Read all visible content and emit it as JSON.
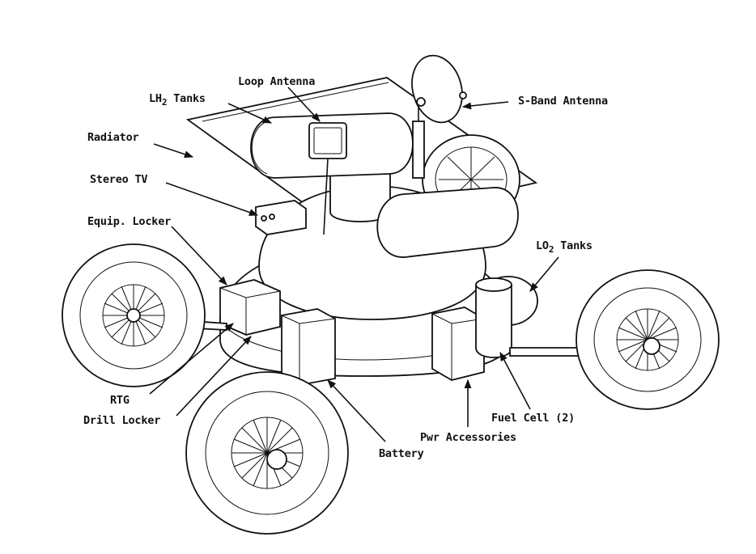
{
  "labels": {
    "loop_antenna": "Loop Antenna",
    "lh2_tanks_prefix": "LH",
    "lh2_tanks_sub": "2",
    "lh2_tanks_suffix": " Tanks",
    "s_band_antenna": "S-Band Antenna",
    "radiator": "Radiator",
    "stereo_tv": "Stereo TV",
    "equip_locker": "Equip. Locker",
    "lo2_tanks_prefix": "LO",
    "lo2_tanks_sub": "2",
    "lo2_tanks_suffix": " Tanks",
    "rtg": "RTG",
    "drill_locker": "Drill Locker",
    "fuel_cell": "Fuel Cell (2)",
    "pwr_accessories": "Pwr Accessories",
    "battery": "Battery"
  }
}
